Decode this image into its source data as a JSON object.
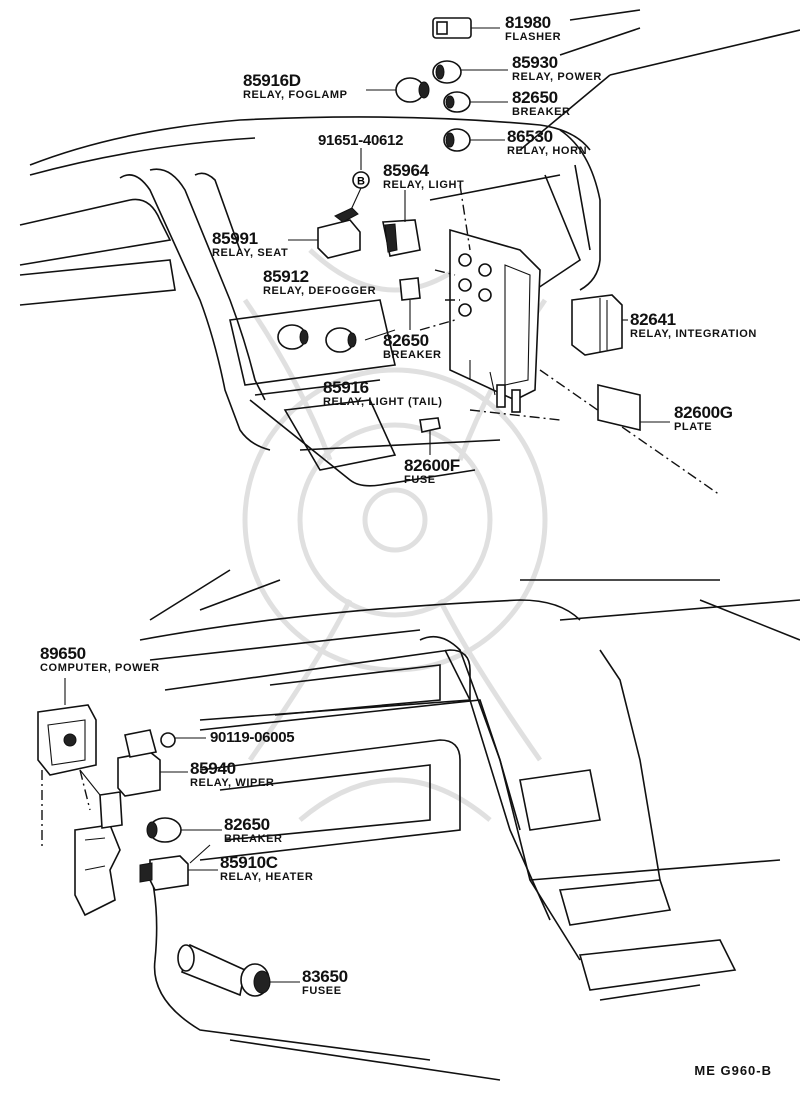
{
  "diagram_code": "ME  G960-B",
  "badge": "B",
  "parts": {
    "p81980": {
      "number": "81980",
      "name": "FLASHER"
    },
    "p85930": {
      "number": "85930",
      "name": "RELAY, POWER"
    },
    "p85916D": {
      "number": "85916D",
      "name": "RELAY, FOGLAMP"
    },
    "p82650a": {
      "number": "82650",
      "name": "BREAKER"
    },
    "p86530": {
      "number": "86530",
      "name": "RELAY, HORN"
    },
    "p91651": {
      "number": "91651-40612"
    },
    "p85964": {
      "number": "85964",
      "name": "RELAY, LIGHT"
    },
    "p85991": {
      "number": "85991",
      "name": "RELAY, SEAT"
    },
    "p85912": {
      "number": "85912",
      "name": "RELAY, DEFOGGER"
    },
    "p82650b": {
      "number": "82650",
      "name": "BREAKER"
    },
    "p82641": {
      "number": "82641",
      "name": "RELAY, INTEGRATION"
    },
    "p85916": {
      "number": "85916",
      "name": "RELAY, LIGHT (TAIL)"
    },
    "p82600G": {
      "number": "82600G",
      "name": "PLATE"
    },
    "p82600F": {
      "number": "82600F",
      "name": "FUSE"
    },
    "p89650": {
      "number": "89650",
      "name": "COMPUTER, POWER"
    },
    "p90119": {
      "number": "90119-06005"
    },
    "p85940": {
      "number": "85940",
      "name": "RELAY, WIPER"
    },
    "p82650c": {
      "number": "82650",
      "name": "BREAKER"
    },
    "p85910C": {
      "number": "85910C",
      "name": "RELAY, HEATER"
    },
    "p83650": {
      "number": "83650",
      "name": "FUSEE"
    }
  }
}
